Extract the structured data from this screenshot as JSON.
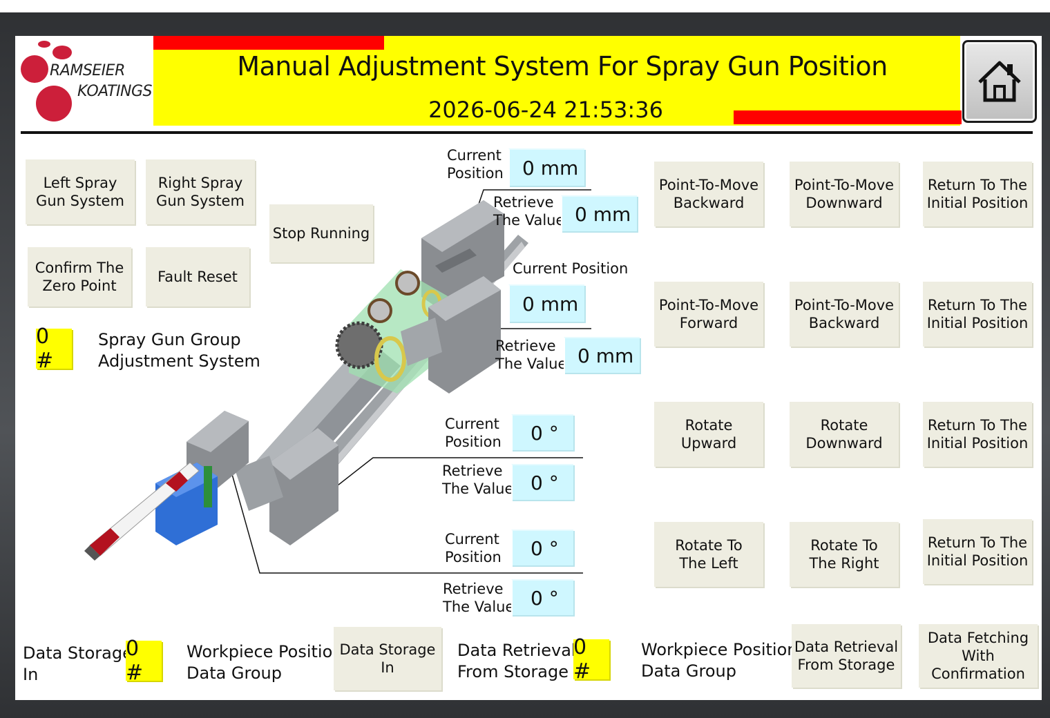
{
  "header": {
    "logo_line1": "RAMSEIER",
    "logo_line2": "KOATINGS",
    "title": "Manual Adjustment System For Spray Gun Position",
    "datetime": "2026-06-24 21:53:36",
    "home_icon": "home-icon"
  },
  "left_panel": {
    "left_spray": "Left Spray\nGun System",
    "right_spray": "Right Spray\nGun System",
    "stop_running": "Stop Running",
    "confirm_zero": "Confirm The\nZero Point",
    "fault_reset": "Fault Reset",
    "group_number": "0 #",
    "group_label": "Spray Gun Group\nAdjustment System"
  },
  "readouts": {
    "current_position_label": "Current\nPosition",
    "current_position_inline": "Current Position",
    "retrieve_value_label": "Retrieve\nThe Value",
    "pos1_current": "0 mm",
    "pos1_retrieve": "0 mm",
    "pos2_current": "0 mm",
    "pos2_retrieve": "0 mm",
    "rot1_current": "0 °",
    "rot1_retrieve": "0 °",
    "rot2_current": "0 °",
    "rot2_retrieve": "0 °"
  },
  "grid_buttons": [
    [
      "Point-To-Move\nBackward",
      "Point-To-Move\nDownward",
      "Return To The\nInitial Position"
    ],
    [
      "Point-To-Move\nForward",
      "Point-To-Move\nBackward",
      "Return To The\nInitial Position"
    ],
    [
      "Rotate\nUpward",
      "Rotate\nDownward",
      "Return To The\nInitial Position"
    ],
    [
      "Rotate To\nThe Left",
      "Rotate To\nThe Right",
      "Return To The\nInitial Position"
    ]
  ],
  "footer": {
    "data_storage_label": "Data Storage\nIn",
    "storage_number": "0 #",
    "workpiece_label_1": "Workpiece Position\nData Group",
    "data_storage_button": "Data Storage\nIn",
    "data_retrieval_label": "Data Retrieval\nFrom Storage",
    "retrieval_number": "0 #",
    "workpiece_label_2": "Workpiece Position\nData Group",
    "data_retrieval_button": "Data Retrieval\nFrom Storage",
    "data_fetching_button": "Data Fetching\nWith Confirmation"
  },
  "colors": {
    "title_bar": "#ffff00",
    "accent_red": "#ff0000",
    "button_bg": "#eeede1",
    "value_bg": "#cff7ff",
    "logo_red": "#cc1f3a"
  }
}
